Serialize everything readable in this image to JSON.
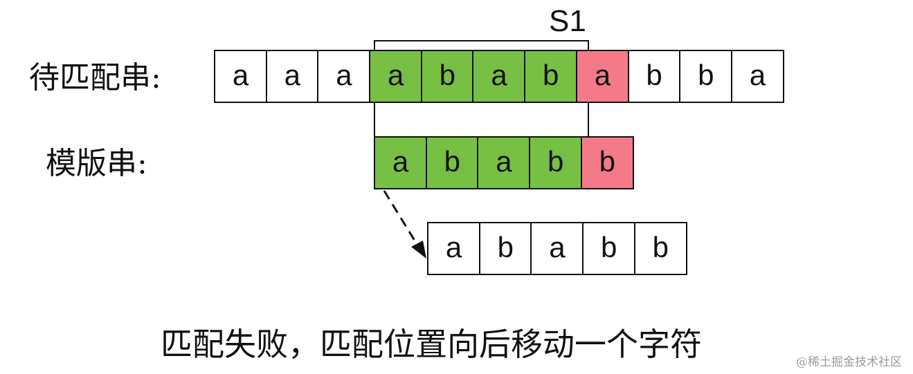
{
  "labels": {
    "text_string": "待匹配串:",
    "pattern_string": "模版串:",
    "s1": "S1"
  },
  "rows": {
    "text": [
      {
        "char": "a",
        "state": "plain"
      },
      {
        "char": "a",
        "state": "plain"
      },
      {
        "char": "a",
        "state": "plain"
      },
      {
        "char": "a",
        "state": "match"
      },
      {
        "char": "b",
        "state": "match"
      },
      {
        "char": "a",
        "state": "match"
      },
      {
        "char": "b",
        "state": "match"
      },
      {
        "char": "a",
        "state": "mismatch"
      },
      {
        "char": "b",
        "state": "plain"
      },
      {
        "char": "b",
        "state": "plain"
      },
      {
        "char": "a",
        "state": "plain"
      }
    ],
    "pattern": [
      {
        "char": "a",
        "state": "match"
      },
      {
        "char": "b",
        "state": "match"
      },
      {
        "char": "a",
        "state": "match"
      },
      {
        "char": "b",
        "state": "match"
      },
      {
        "char": "b",
        "state": "mismatch"
      }
    ],
    "shifted_pattern": [
      {
        "char": "a",
        "state": "plain"
      },
      {
        "char": "b",
        "state": "plain"
      },
      {
        "char": "a",
        "state": "plain"
      },
      {
        "char": "b",
        "state": "plain"
      },
      {
        "char": "b",
        "state": "plain"
      }
    ]
  },
  "caption": "匹配失败，匹配位置向后移动一个字符",
  "watermark": "@稀土掘金技术社区",
  "colors": {
    "match": "#77c043",
    "mismatch": "#f47a8a",
    "plain": "#ffffff",
    "stroke": "#111111"
  },
  "arrow": {
    "style": "dashed",
    "from": "pattern-row-start",
    "to": "shifted-pattern-row-start"
  }
}
